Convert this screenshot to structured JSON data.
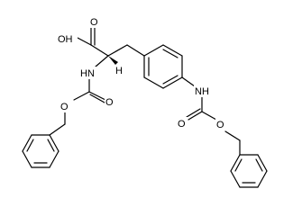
{
  "molecule": {
    "atom_labels": {
      "oh": "OH",
      "acid_o": "O",
      "h": "H",
      "nh_left": "HN",
      "carbamate_o_left": "O",
      "ester_o_left": "O",
      "nh_right": "NH",
      "carbamate_o_right": "O",
      "ester_o_right": "O"
    },
    "colors": {
      "bond": "#000000",
      "label": "#000000",
      "background": "#ffffff"
    }
  }
}
